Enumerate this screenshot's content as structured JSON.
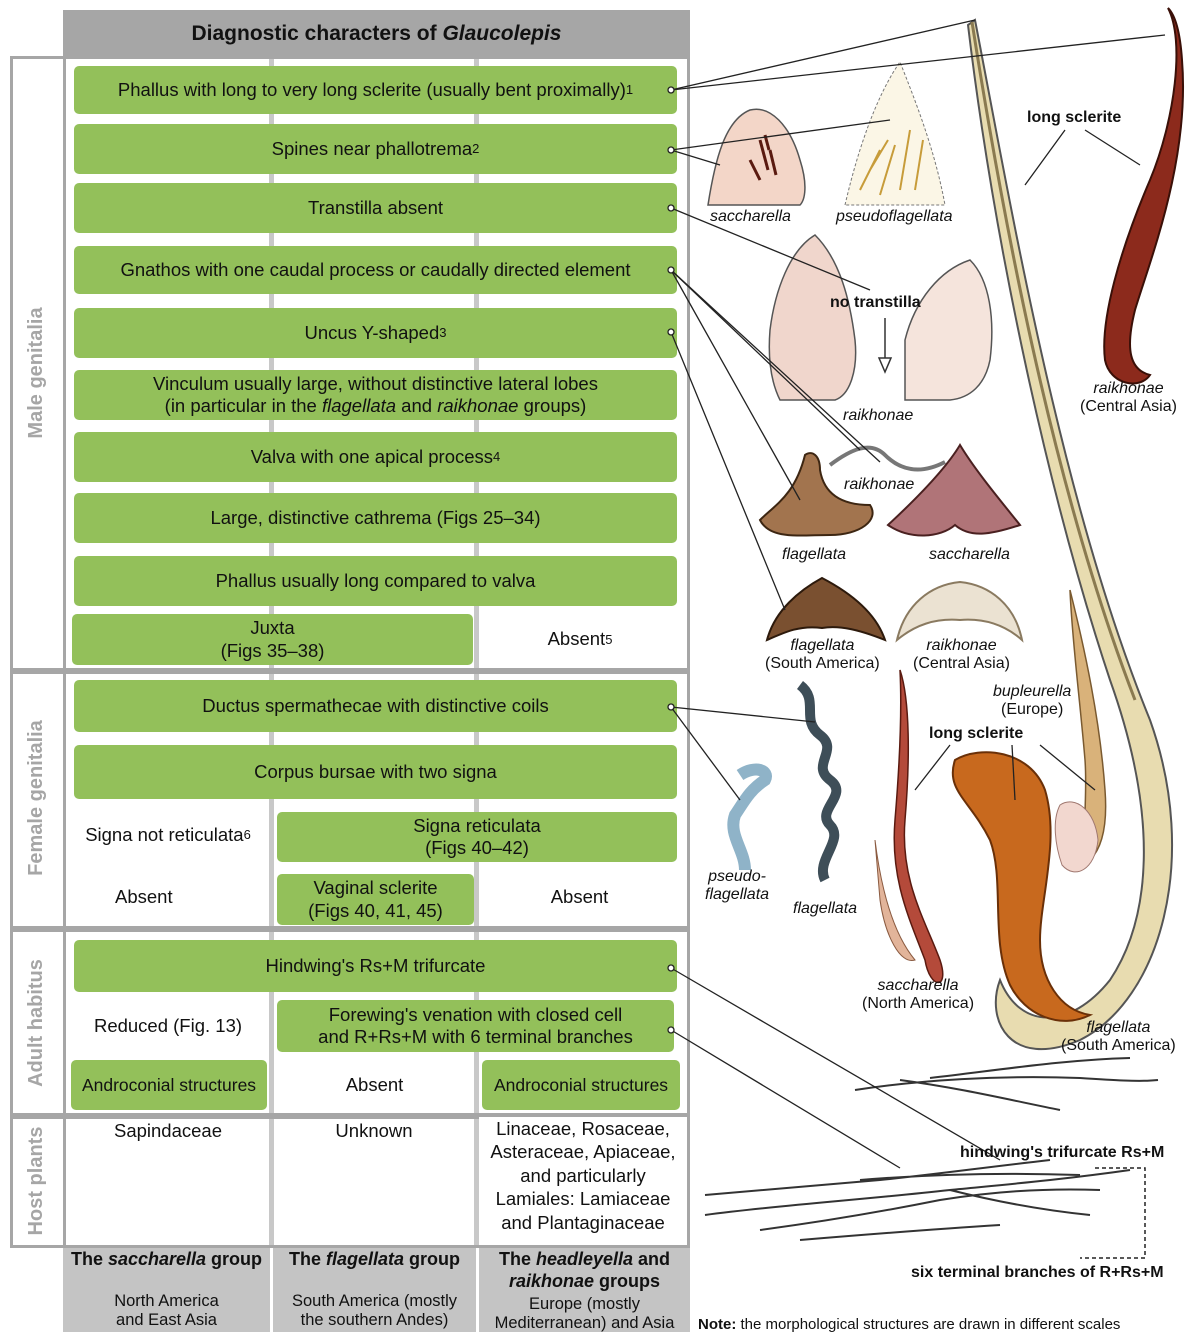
{
  "title": {
    "prefix": "Diagnostic characters of ",
    "genus": "Glaucolepis"
  },
  "sections": {
    "male": "Male genitalia",
    "female": "Female genitalia",
    "adult": "Adult habitus",
    "host": "Host plants"
  },
  "male": {
    "r1": "Phallus with long to very long sclerite (usually bent proximally)",
    "r1_sup": "1",
    "r2": "Spines near phallotrema",
    "r2_sup": "2",
    "r3": "Transtilla absent",
    "r4": "Gnathos with one caudal process or caudally directed element",
    "r5": "Uncus Y-shaped",
    "r5_sup": "3",
    "r6_line1": "Vinculum usually large, without distinctive lateral lobes",
    "r6_line2_a": "(in particular in the ",
    "r6_line2_b": "flagellata",
    "r6_line2_c": " and ",
    "r6_line2_d": "raikhonae",
    "r6_line2_e": " groups)",
    "r7": "Valva with one apical process",
    "r7_sup": "4",
    "r8": "Large, distinctive cathrema (Figs 25–34)",
    "r9": "Phallus usually long compared to valva",
    "r10_juxta": "Juxta",
    "r10_juxta_figs": "(Figs 35–38)",
    "r10_absent": "Absent",
    "r10_sup": "5"
  },
  "female": {
    "r1": "Ductus spermathecae with distinctive coils",
    "r2": "Corpus bursae with two signa",
    "signa_not": "Signa not reticulata",
    "signa_not_sup": "6",
    "signa_ret": "Signa reticulata",
    "signa_ret_figs": "(Figs 40–42)",
    "absent_left": "Absent",
    "vaginal": "Vaginal sclerite",
    "vaginal_figs": "(Figs 40, 41, 45)",
    "absent_right": "Absent"
  },
  "adult": {
    "r1": "Hindwing's Rs+M trifurcate",
    "reduced": "Reduced (Fig. 13)",
    "forewing_l1": "Forewing's venation with closed cell",
    "forewing_l2": "and R+Rs+M with 6 terminal branches",
    "andro_left": "Androconial structures",
    "absent_mid": "Absent",
    "andro_right": "Androconial structures"
  },
  "host": {
    "col1": "Sapindaceae",
    "col2": "Unknown",
    "col3": [
      "Linaceae, Rosaceae,",
      "Asteraceae, Apiaceae,",
      "and particularly",
      "Lamiales: Lamiaceae",
      "and Plantaginaceae"
    ]
  },
  "groups": [
    {
      "pre": "The ",
      "name": "saccharella",
      "post": " group",
      "range": [
        "North America",
        "and East Asia"
      ]
    },
    {
      "pre": "The ",
      "name": "flagellata",
      "post": " group",
      "range": [
        "South America (mostly",
        "the southern Andes)"
      ]
    },
    {
      "pre": "The ",
      "name": "headleyella",
      "mid": " and",
      "name2": "raikhonae",
      "post": " groups",
      "range": [
        "Europe (mostly",
        "Mediterranean) and Asia"
      ]
    }
  ],
  "figure_labels": {
    "long_sclerite_top": "long sclerite",
    "saccharella_spines": "saccharella",
    "pseudoflagellata_spines": "pseudoflagellata",
    "no_transtilla": "no transtilla",
    "raikhonae_valva": "raikhonae",
    "raikhonae_top": "raikhonae",
    "raikhonae_top_region": "(Central Asia)",
    "raikhonae_gnathos": "raikhonae",
    "flagellata_gnathos": "flagellata",
    "saccharella_gnathos": "saccharella",
    "flagellata_uncus": "flagellata",
    "flagellata_uncus_region": "(South America)",
    "raikhonae_uncus": "raikhonae",
    "raikhonae_uncus_region": "(Central Asia)",
    "bupleurella": "bupleurella",
    "bupleurella_region": "(Europe)",
    "long_sclerite_mid": "long sclerite",
    "pseudo1": "pseudo-",
    "pseudo2": "flagellata",
    "flagellata_ductus": "flagellata",
    "saccharella_phallus": "saccharella",
    "saccharella_phallus_region": "(North America)",
    "flagellata_phallus": "flagellata",
    "flagellata_phallus_region": "(South America)",
    "hindwing": "hindwing's trifurcate Rs+M",
    "six_branches": "six terminal branches of R+Rs+M",
    "note_bold": "Note:",
    "note_text": " the morphological structures are drawn in different scales"
  },
  "colors": {
    "green": "#93c05a",
    "gray_border": "#a6a6a6",
    "footer": "#c4c4c4",
    "sclerite_red": "#8c2a1c",
    "phallus_orange": "#c8691e"
  }
}
